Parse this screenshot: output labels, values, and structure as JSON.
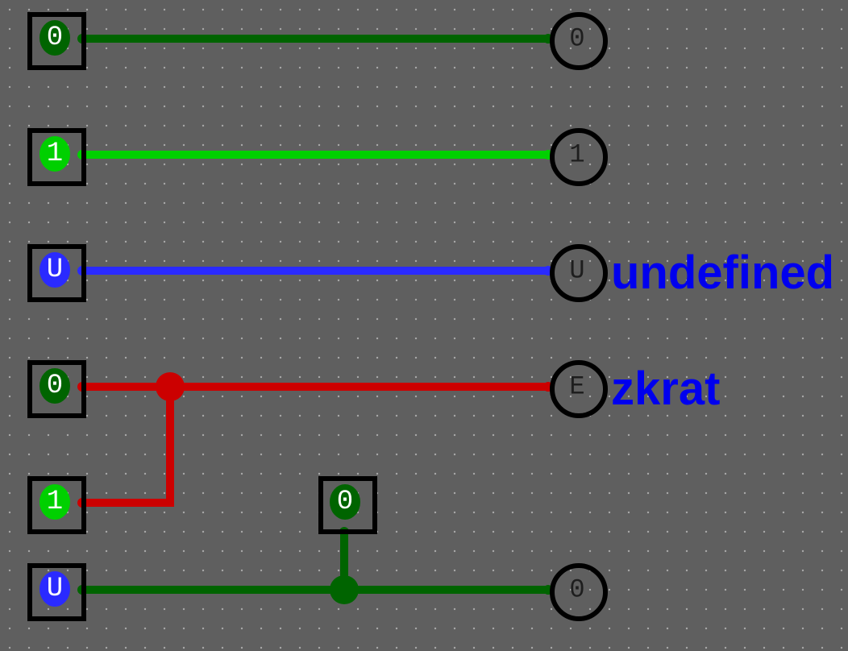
{
  "colors": {
    "background": "#5f5f5f",
    "grid_dot": "#a8a8a8",
    "outline": "#000000",
    "logic_0": "#006400",
    "logic_1": "#00d000",
    "logic_u": "#2a2aff",
    "error": "#cc0000",
    "label": "#0000ee"
  },
  "circuit": {
    "inputs": [
      {
        "id": "in1",
        "value": "0",
        "state": "0"
      },
      {
        "id": "in2",
        "value": "1",
        "state": "1"
      },
      {
        "id": "in3",
        "value": "U",
        "state": "U"
      },
      {
        "id": "in4",
        "value": "0",
        "state": "0"
      },
      {
        "id": "in5",
        "value": "1",
        "state": "1"
      },
      {
        "id": "in6",
        "value": "0",
        "state": "0"
      },
      {
        "id": "in7",
        "value": "U",
        "state": "U"
      }
    ],
    "probes": [
      {
        "id": "out1",
        "value": "0"
      },
      {
        "id": "out2",
        "value": "1"
      },
      {
        "id": "out3",
        "value": "U"
      },
      {
        "id": "out4",
        "value": "E"
      },
      {
        "id": "out5",
        "value": "0"
      }
    ],
    "labels": [
      {
        "id": "label-undefined",
        "text": "undefined"
      },
      {
        "id": "label-zkrat",
        "text": "zkrat"
      }
    ],
    "wires": [
      {
        "id": "wire-0",
        "state": "0"
      },
      {
        "id": "wire-1",
        "state": "1"
      },
      {
        "id": "wire-u",
        "state": "U"
      },
      {
        "id": "wire-short",
        "state": "E"
      },
      {
        "id": "wire-resolved",
        "state": "0"
      }
    ]
  }
}
